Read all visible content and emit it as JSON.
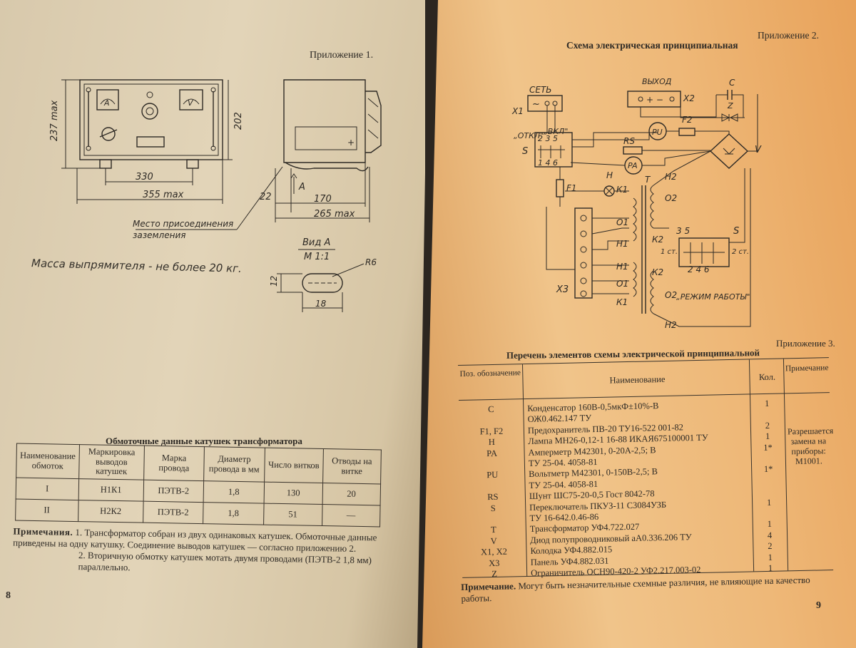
{
  "left_page": {
    "appendix_label": "Приложение 1.",
    "dimensions": {
      "height_max": "237 max",
      "height": "202",
      "foot_span": "330",
      "width_max": "355 max",
      "side_offset": "22",
      "side_depth": "170",
      "depth_max": "265 max",
      "view_marker": "А"
    },
    "meter_labels": {
      "ammeter": "A",
      "voltmeter": "V"
    },
    "ground_note_line1": "Место присоединения",
    "ground_note_line2": "заземления",
    "view_a_title": "Вид А",
    "view_a_scale": "М 1:1",
    "view_a_radius": "R6",
    "view_a_height": "12",
    "view_a_width": "18",
    "mass_note": "Масса выпрямителя - не более 20 кг.",
    "winding_table": {
      "title": "Обмоточные данные катушек трансформатора",
      "headers": [
        "Наименование обмоток",
        "Маркировка выводов катушек",
        "Марка провода",
        "Диаметр провода в мм",
        "Число витков",
        "Отводы на витке"
      ],
      "rows": [
        [
          "I",
          "Н1К1",
          "ПЭТВ-2",
          "1,8",
          "130",
          "20"
        ],
        [
          "II",
          "Н2К2",
          "ПЭТВ-2",
          "1,8",
          "51",
          "—"
        ]
      ]
    },
    "notes_label": "Примечания.",
    "notes_text_1": "1. Трансформатор собран из двух одинаковых катушек. Обмоточные данные приведены на одну катушку. Соединение выводов катушек — согласно приложению 2.",
    "notes_text_2": "2. Вторичную обмотку катушек мотать двумя проводами (ПЭТВ-2 1,8 мм) параллельно.",
    "page_number": "8"
  },
  "right_page": {
    "appendix_2_label": "Приложение 2.",
    "schematic_title": "Схема электрическая принципиальная",
    "schematic_labels": {
      "mains": "СЕТЬ",
      "output": "ВЫХОД",
      "x1": "Х1",
      "x2": "Х2",
      "x3": "Х3",
      "off": "„ОТКЛ\"",
      "on": "„ВКЛ\"",
      "capacitor": "C",
      "zener": "Z",
      "fuse2": "F2",
      "fuse1": "F1",
      "rs": "RS",
      "pu": "PU",
      "pa": "PA",
      "v": "V",
      "s": "S",
      "lamp": "H",
      "mode": "„РЕЖИМ РАБОТЫ\"",
      "first_stage": "1 ст.",
      "second_stage": "2 ст.",
      "n2": "Н2",
      "o2": "О2",
      "k2": "К2",
      "k1": "К1",
      "o1": "О1",
      "n1": "Н1",
      "t": "T",
      "tilde": "~",
      "plus_minus": "+  −",
      "switch_top": "2 3 5",
      "switch_bottom": "1 4 6",
      "mode_top": "3   5",
      "mode_bottom": "2  4  6"
    },
    "appendix_3_label": "Приложение 3.",
    "elements_title": "Перечень элементов схемы электрической принципиальной",
    "elements_headers": [
      "Поз. обозначение",
      "Наименование",
      "Кол.",
      "Примечание"
    ],
    "elements_designations": [
      "C",
      "",
      "F1, F2",
      "H",
      "PA",
      "",
      "PU",
      "",
      "RS",
      "S",
      "",
      "T",
      "V",
      "X1, X2",
      "X3",
      "Z"
    ],
    "elements_names": [
      "Конденсатор 160В-0,5мкФ±10%-В",
      "ОЖ0.462.147 ТУ",
      "Предохранитель ПВ-20 ТУ16-522 001-82",
      "Лампа МН26-0,12-1 16-88 ИКАЯ675100001 ТУ",
      "Амперметр М42301, 0-20А-2,5; В",
      "ТУ 25-04. 4058-81",
      "Вольтметр М42301, 0-150В-2,5; В",
      "ТУ 25-04. 4058-81",
      "Шунт ШС75-20-0,5 Гост 8042-78",
      "Переключатель ПКУЗ-11 С3084УЗБ",
      "ТУ 16-642.0.46-86",
      "Трансформатор УФ4.722.027",
      "Диод полупроводниковый аА0.336.206 ТУ",
      "Колодка УФ4.882.015",
      "Панель УФ4.882.031",
      "Ограничитель ОСН90-420-2 УФ2.217.003-02"
    ],
    "elements_qty": [
      "1",
      "",
      "2",
      "1",
      "1*",
      "",
      "1*",
      "",
      "",
      "1",
      "",
      "1",
      "4",
      "2",
      "1",
      "1"
    ],
    "elements_remark": "Разрешается замена на приборы: М1001.",
    "footer_note_label": "Примечание.",
    "footer_note_text": "Могут быть незначительные схемные различия, не влияющие на качество работы.",
    "page_number": "9"
  }
}
